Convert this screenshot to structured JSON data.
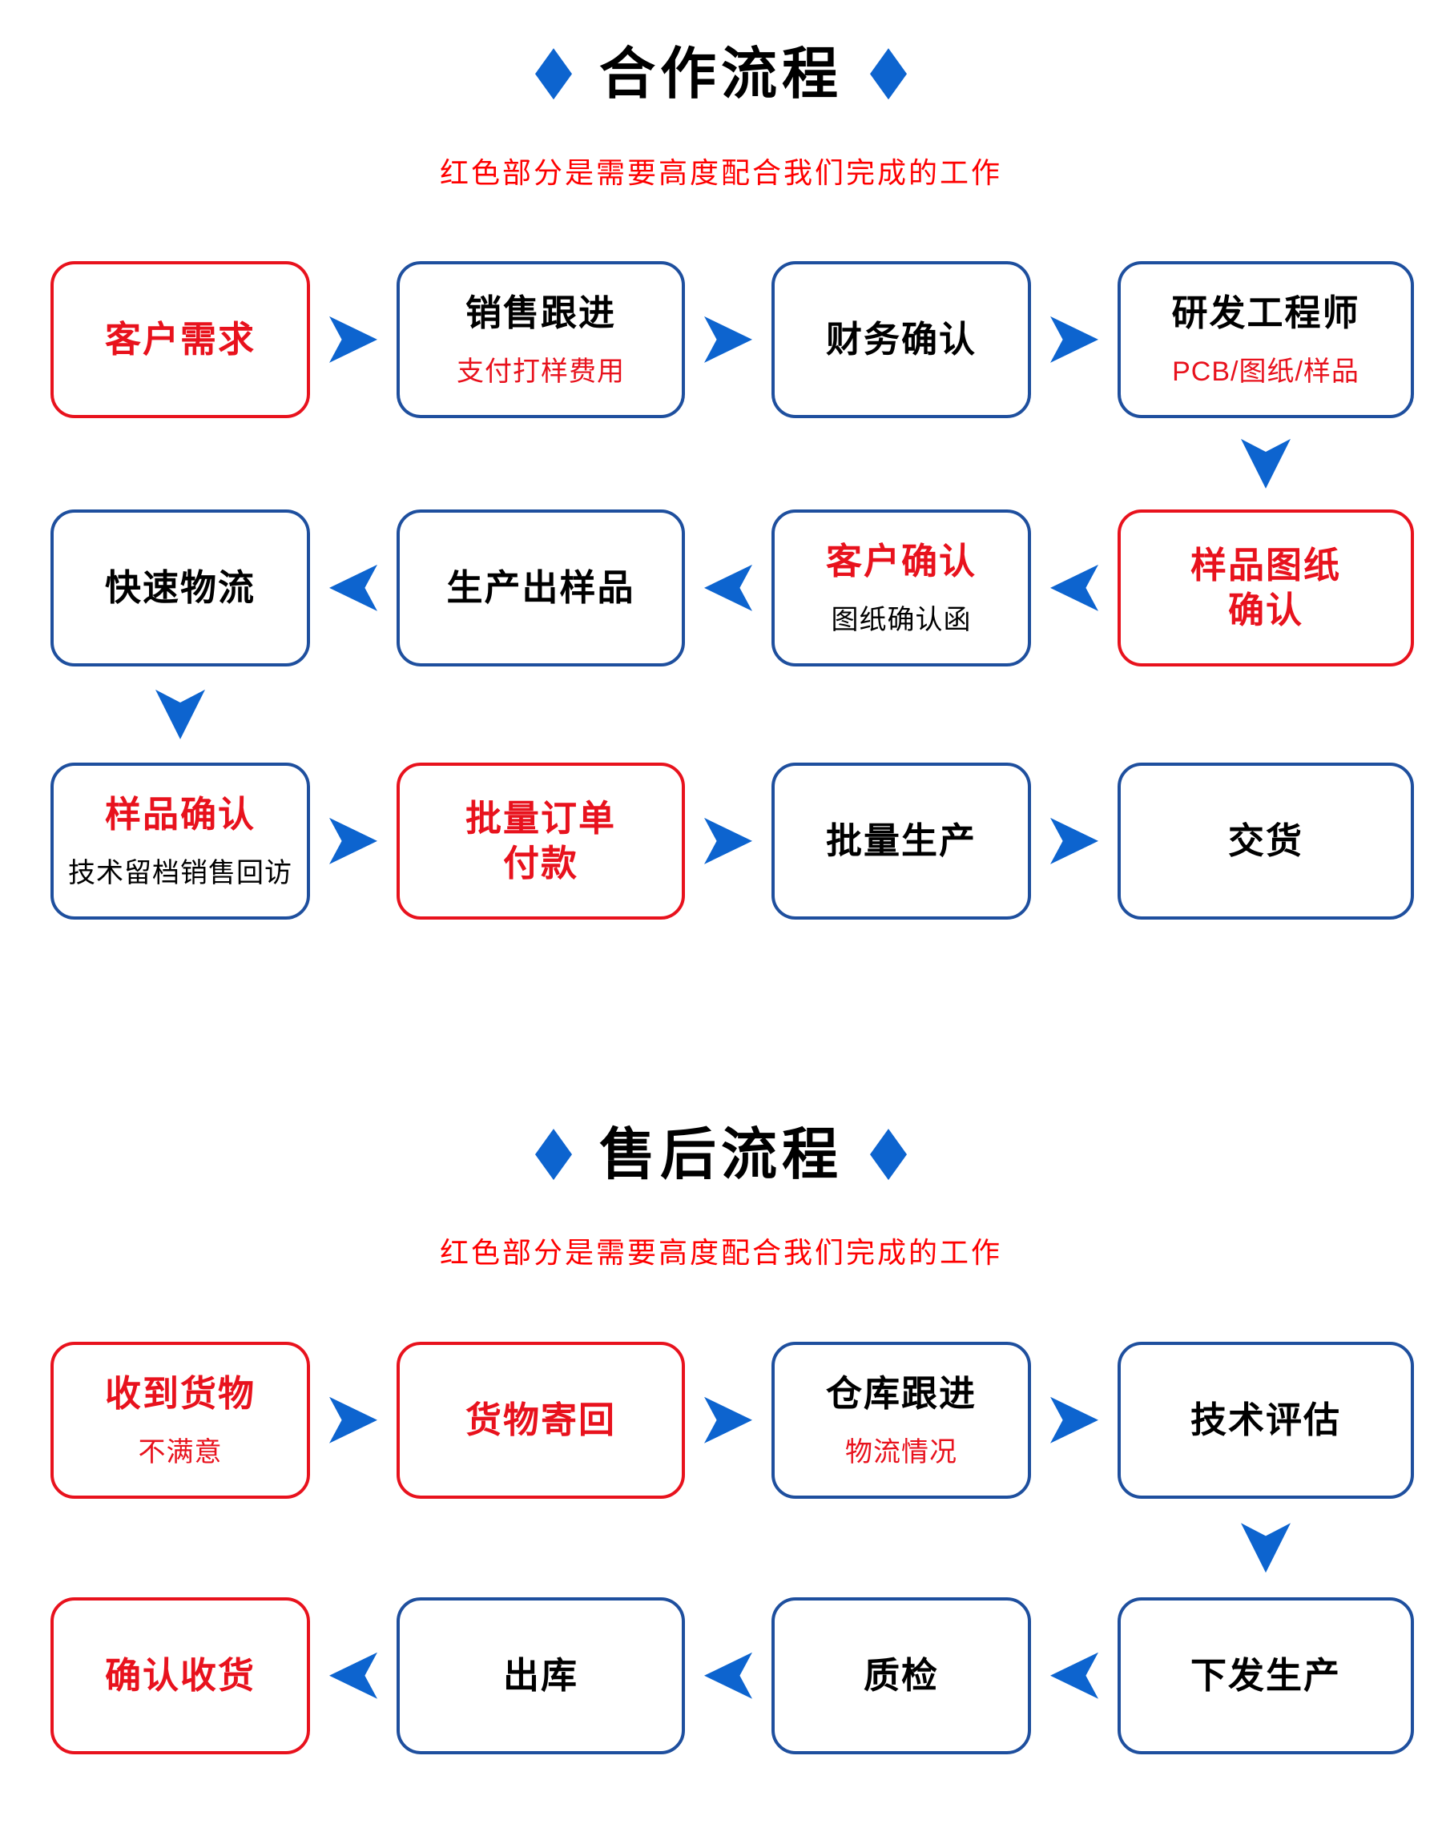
{
  "colors": {
    "arrow_blue": "#0d64cf",
    "border_blue": "#1e4f9e",
    "box_red": "#e8121d",
    "subtitle_red": "#fe0000",
    "text_black": "#000000",
    "bg": "#ffffff"
  },
  "sections": [
    {
      "title": "合作流程",
      "subtitle": "红色部分是需要高度配合我们完成的工作",
      "rows": [
        {
          "direction": "right",
          "boxes": [
            {
              "title": "客户需求"
            },
            {
              "title": "销售跟进",
              "subtitle": "支付打样费用"
            },
            {
              "title": "财务确认"
            },
            {
              "title": "研发工程师",
              "subtitle": "PCB/图纸/样品"
            }
          ]
        },
        {
          "direction": "left",
          "boxes": [
            {
              "title": "快速物流"
            },
            {
              "title": "生产出样品"
            },
            {
              "title": "客户确认",
              "subtitle": "图纸确认函"
            },
            {
              "title": "样品图纸",
              "title2": "确认"
            }
          ]
        },
        {
          "direction": "right",
          "boxes": [
            {
              "title": "样品确认",
              "subtitle": "技术留档销售回访"
            },
            {
              "title": "批量订单",
              "title2": "付款"
            },
            {
              "title": "批量生产"
            },
            {
              "title": "交货"
            }
          ]
        }
      ]
    },
    {
      "title": "售后流程",
      "subtitle": "红色部分是需要高度配合我们完成的工作",
      "rows": [
        {
          "direction": "right",
          "boxes": [
            {
              "title": "收到货物",
              "subtitle": "不满意"
            },
            {
              "title": "货物寄回"
            },
            {
              "title": "仓库跟进",
              "subtitle": "物流情况"
            },
            {
              "title": "技术评估"
            }
          ]
        },
        {
          "direction": "left",
          "boxes": [
            {
              "title": "确认收货"
            },
            {
              "title": "出库"
            },
            {
              "title": "质检"
            },
            {
              "title": "下发生产"
            }
          ]
        }
      ]
    }
  ]
}
